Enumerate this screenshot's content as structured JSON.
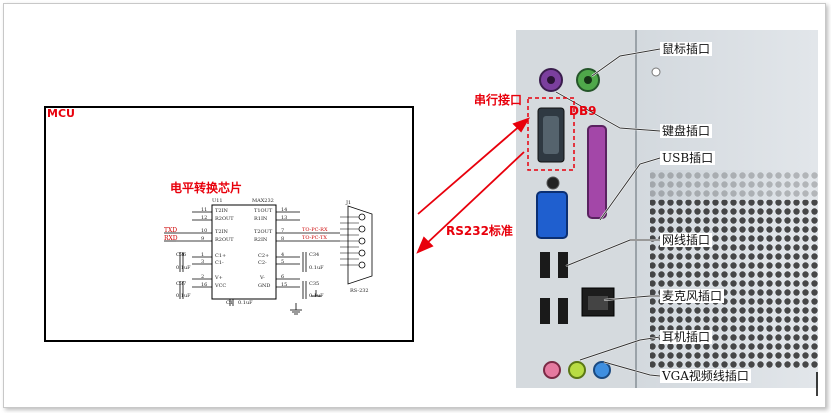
{
  "mcu_label": "MCU",
  "chip_title": "电平转换芯片",
  "serial_title": "串行接口",
  "db9_label": "DB9",
  "rs232_label": "RS232标准",
  "schematic": {
    "ref": "U11",
    "part": "MAX232",
    "left_pins": [
      {
        "name": "T2IN",
        "num": "11"
      },
      {
        "name": "R2OUT",
        "num": "12"
      },
      {
        "name": "T2IN",
        "num": "10"
      },
      {
        "name": "R2OUT",
        "num": "9"
      },
      {
        "name": "C1+",
        "num": "1"
      },
      {
        "name": "C1-",
        "num": "3"
      },
      {
        "name": "V+",
        "num": "2"
      },
      {
        "name": "VCC",
        "num": "16"
      }
    ],
    "right_pins": [
      {
        "name": "T1OUT",
        "num": "14"
      },
      {
        "name": "R1IN",
        "num": "13"
      },
      {
        "name": "T2OUT",
        "num": "7"
      },
      {
        "name": "R2IN",
        "num": "8"
      },
      {
        "name": "C2+",
        "num": "4"
      },
      {
        "name": "C2-",
        "num": "5"
      },
      {
        "name": "V-",
        "num": "6"
      },
      {
        "name": "GND",
        "num": "15"
      }
    ],
    "signal_txd": "TXD",
    "signal_rxd": "RXD",
    "net_tx": "TO-PC-RX",
    "net_rx": "TO-PC-TX",
    "connector": "RS-232",
    "connector_ref": "J1",
    "cap_values": [
      "0.1uF",
      "0.1uF",
      "0.1uF",
      "0.1uF",
      "0.1uF"
    ],
    "cap_refs": [
      "C36",
      "C37",
      "C34",
      "C35",
      "C1"
    ]
  },
  "port_labels": {
    "mouse": "鼠标插口",
    "keyboard": "键盘插口",
    "usb": "USB插口",
    "network": "网线插口",
    "mic": "麦克风插口",
    "headphone": "耳机插口",
    "vga": "VGA视频线插口"
  }
}
